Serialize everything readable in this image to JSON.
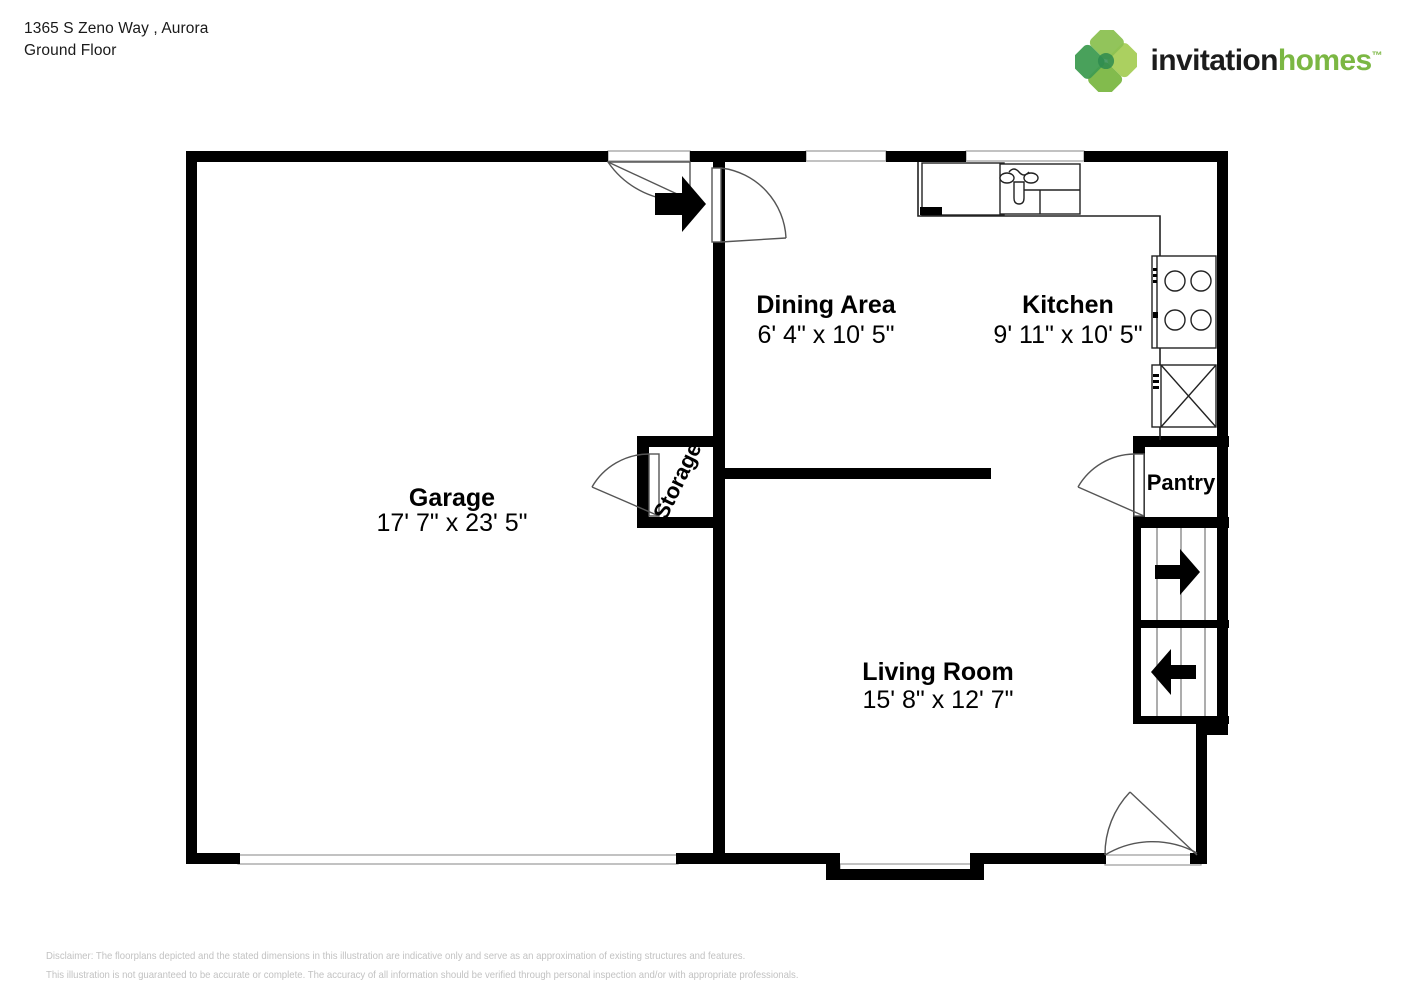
{
  "header": {
    "address": "1365 S Zeno Way , Aurora",
    "floor": "Ground Floor"
  },
  "logo": {
    "word_primary": "invitation",
    "word_secondary": "homes",
    "trademark": "™",
    "mark_name": "invitation-homes-diamond-mark",
    "colors": {
      "green_light": "#a6ce57",
      "green_mid": "#7bb743",
      "green_dark": "#3f9c52",
      "green_darker": "#2e8b4f",
      "text_dark": "#1c1c1c"
    }
  },
  "plan": {
    "wall_color": "#000000",
    "fixture_color": "#333333",
    "opening_color": "#bbbbbb",
    "rooms": [
      {
        "id": "garage",
        "name": "Garage",
        "dimensions": "17' 7\" x 23' 5\""
      },
      {
        "id": "dining-area",
        "name": "Dining Area",
        "dimensions": "6' 4\" x 10' 5\""
      },
      {
        "id": "kitchen",
        "name": "Kitchen",
        "dimensions": "9' 11\" x 10' 5\""
      },
      {
        "id": "living-room",
        "name": "Living Room",
        "dimensions": "15' 8\" x 12' 7\""
      },
      {
        "id": "storage",
        "name": "Storage",
        "dimensions": ""
      },
      {
        "id": "pantry",
        "name": "Pantry",
        "dimensions": ""
      }
    ],
    "fixtures": [
      {
        "id": "kitchen-sink",
        "label": "sink-icon"
      },
      {
        "id": "kitchen-range",
        "label": "stove-burners-icon"
      },
      {
        "id": "kitchen-appliance",
        "label": "dishwasher-icon"
      },
      {
        "id": "stairs-up",
        "label": "stair-arrow-right-icon"
      },
      {
        "id": "stairs-down",
        "label": "stair-arrow-left-icon"
      },
      {
        "id": "entry-arrow",
        "label": "entry-arrow-right-icon"
      }
    ]
  },
  "disclaimer": {
    "line1": "Disclaimer: The floorplans depicted and the stated dimensions in this illustration are indicative only and serve as an approximation of existing structures and features.",
    "line2": "This illustration is not guaranteed to be accurate or complete. The accuracy of all information should be verified through personal inspection and/or with appropriate professionals."
  }
}
